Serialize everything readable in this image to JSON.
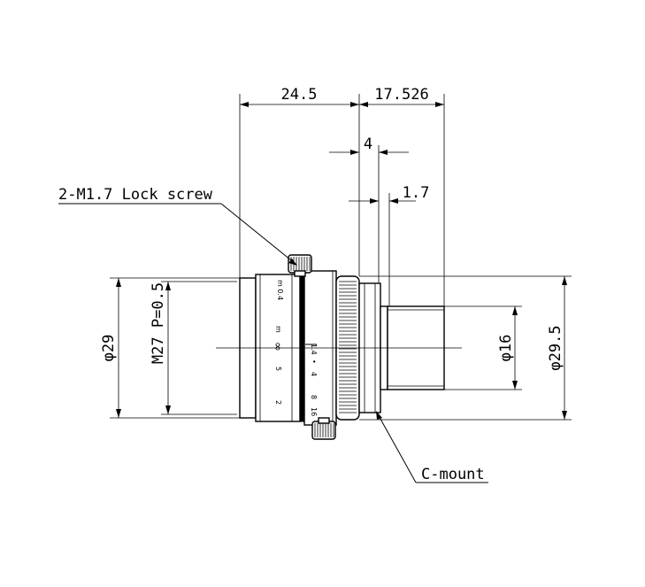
{
  "dimensions": {
    "length_front": "24.5",
    "length_rear": "17.526",
    "flange_4": "4",
    "flange_1_7": "1.7",
    "dia_29": "φ29",
    "thread": "M27 P=0.5",
    "dia_16": "φ16",
    "dia_29_5": "φ29.5"
  },
  "callouts": {
    "lock_screw": "2-M1.7 Lock screw",
    "mount": "C-mount"
  },
  "scale_marks": {
    "distance": [
      "m",
      "∞",
      "5",
      "2"
    ],
    "distance_top": "m 0.4",
    "aperture": [
      "1.4",
      "•",
      "4",
      "8",
      "16"
    ]
  },
  "colors": {
    "line": "#000000",
    "background": "#ffffff"
  }
}
